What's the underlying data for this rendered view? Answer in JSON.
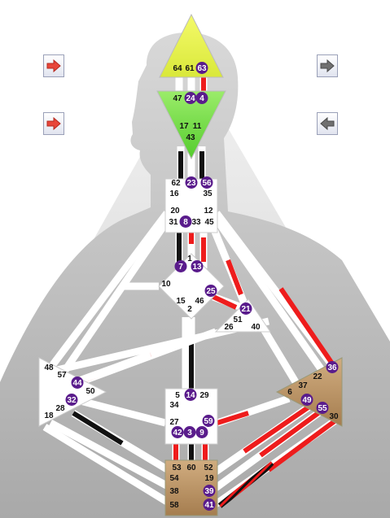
{
  "arrows": {
    "top_left": {
      "icon": "arrow-right-icon",
      "color": "#e8463a"
    },
    "bottom_left": {
      "icon": "arrow-right-icon",
      "color": "#e8463a"
    },
    "top_right": {
      "icon": "arrow-right-icon",
      "color": "#6f6f6f"
    },
    "bottom_right": {
      "icon": "arrow-left-icon",
      "color": "#6f6f6f"
    }
  },
  "colors": {
    "design_red": "#ee1c1c",
    "personality_black": "#111111",
    "gate_circle": "#5a1c8c",
    "head_center": "#e8f24a",
    "ajna_center": "#7de04a",
    "spleen_root_sacral_center": "#b89464",
    "undefined_center": "#ffffff"
  },
  "centers": {
    "head": {
      "gates": [
        {
          "id": "64",
          "active": false
        },
        {
          "id": "61",
          "active": false
        },
        {
          "id": "63",
          "active": true
        }
      ]
    },
    "ajna": {
      "gates": [
        {
          "id": "47",
          "active": false
        },
        {
          "id": "24",
          "active": true
        },
        {
          "id": "4",
          "active": true
        },
        {
          "id": "17",
          "active": false
        },
        {
          "id": "11",
          "active": false
        },
        {
          "id": "43",
          "active": false
        }
      ]
    },
    "throat": {
      "gates": [
        {
          "id": "62",
          "active": false
        },
        {
          "id": "23",
          "active": true
        },
        {
          "id": "56",
          "active": true
        },
        {
          "id": "16",
          "active": false
        },
        {
          "id": "35",
          "active": false
        },
        {
          "id": "20",
          "active": false
        },
        {
          "id": "12",
          "active": false
        },
        {
          "id": "31",
          "active": false
        },
        {
          "id": "8",
          "active": true
        },
        {
          "id": "33",
          "active": false
        },
        {
          "id": "45",
          "active": false
        }
      ]
    },
    "g": {
      "gates": [
        {
          "id": "1",
          "active": false
        },
        {
          "id": "7",
          "active": true
        },
        {
          "id": "13",
          "active": true
        },
        {
          "id": "10",
          "active": false
        },
        {
          "id": "25",
          "active": true
        },
        {
          "id": "15",
          "active": false
        },
        {
          "id": "46",
          "active": false
        },
        {
          "id": "2",
          "active": false
        }
      ]
    },
    "heart": {
      "gates": [
        {
          "id": "21",
          "active": true
        },
        {
          "id": "51",
          "active": false
        },
        {
          "id": "26",
          "active": false
        },
        {
          "id": "40",
          "active": false
        }
      ]
    },
    "spleen": {
      "gates": [
        {
          "id": "48",
          "active": false
        },
        {
          "id": "57",
          "active": false
        },
        {
          "id": "44",
          "active": true
        },
        {
          "id": "50",
          "active": false
        },
        {
          "id": "32",
          "active": true
        },
        {
          "id": "28",
          "active": false
        },
        {
          "id": "18",
          "active": false
        }
      ]
    },
    "solar_plexus": {
      "gates": [
        {
          "id": "36",
          "active": true
        },
        {
          "id": "22",
          "active": false
        },
        {
          "id": "37",
          "active": false
        },
        {
          "id": "6",
          "active": false
        },
        {
          "id": "49",
          "active": true
        },
        {
          "id": "55",
          "active": true
        },
        {
          "id": "30",
          "active": false
        }
      ]
    },
    "sacral": {
      "gates": [
        {
          "id": "5",
          "active": false
        },
        {
          "id": "14",
          "active": true
        },
        {
          "id": "29",
          "active": false
        },
        {
          "id": "34",
          "active": false
        },
        {
          "id": "27",
          "active": false
        },
        {
          "id": "59",
          "active": true
        },
        {
          "id": "42",
          "active": true
        },
        {
          "id": "3",
          "active": true
        },
        {
          "id": "9",
          "active": true
        }
      ]
    },
    "root": {
      "gates": [
        {
          "id": "53",
          "active": false
        },
        {
          "id": "60",
          "active": false
        },
        {
          "id": "52",
          "active": false
        },
        {
          "id": "54",
          "active": false
        },
        {
          "id": "19",
          "active": false
        },
        {
          "id": "38",
          "active": false
        },
        {
          "id": "39",
          "active": true
        },
        {
          "id": "58",
          "active": false
        },
        {
          "id": "41",
          "active": true
        }
      ]
    }
  }
}
